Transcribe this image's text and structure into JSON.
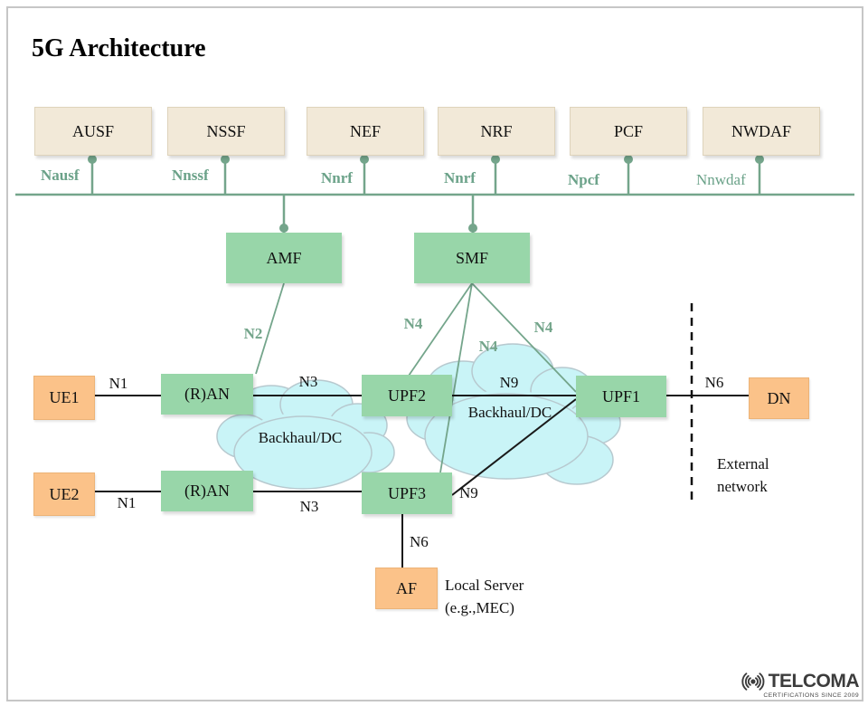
{
  "title": "5G Architecture",
  "colors": {
    "nf_box": "#f2e9d8",
    "core_box": "#98d6a9",
    "access_box": "#fbc289",
    "bus_green": "#74a58b",
    "cloud": "#c9f4f7",
    "line_black": "#1a1a1a"
  },
  "nf_boxes": [
    {
      "label": "AUSF",
      "service": "Nausf"
    },
    {
      "label": "NSSF",
      "service": "Nnssf"
    },
    {
      "label": "NEF",
      "service": "Nnrf"
    },
    {
      "label": "NRF",
      "service": "Nnrf"
    },
    {
      "label": "PCF",
      "service": "Npcf"
    },
    {
      "label": "NWDAF",
      "service": "Nnwdaf"
    }
  ],
  "core_boxes": [
    {
      "label": "AMF"
    },
    {
      "label": "SMF"
    }
  ],
  "nodes": {
    "ue1": "UE1",
    "ran1": "(R)AN",
    "upf2": "UPF2",
    "upf1": "UPF1",
    "dn": "DN",
    "ue2": "UE2",
    "ran2": "(R)AN",
    "upf3": "UPF3",
    "af": "AF"
  },
  "link_labels": {
    "n1_row1": "N1",
    "n3_row1": "N3",
    "n9_row1": "N9",
    "n6_row1": "N6",
    "n1_row2": "N1",
    "n3_row2": "N3",
    "n9_row2": "N9",
    "n6_row2": "N6",
    "n2": "N2",
    "n4_a": "N4",
    "n4_b": "N4",
    "n4_c": "N4"
  },
  "clouds": {
    "cloud1": "Backhaul/DC",
    "cloud2": "Backhaul/DC"
  },
  "annotations": {
    "external_line1": "External",
    "external_line2": "network",
    "local_server_line1": "Local Server",
    "local_server_line2": "(e.g.,MEC)"
  },
  "logo": {
    "name": "TELCOMA",
    "tagline": "CERTIFICATIONS SINCE 2009"
  }
}
